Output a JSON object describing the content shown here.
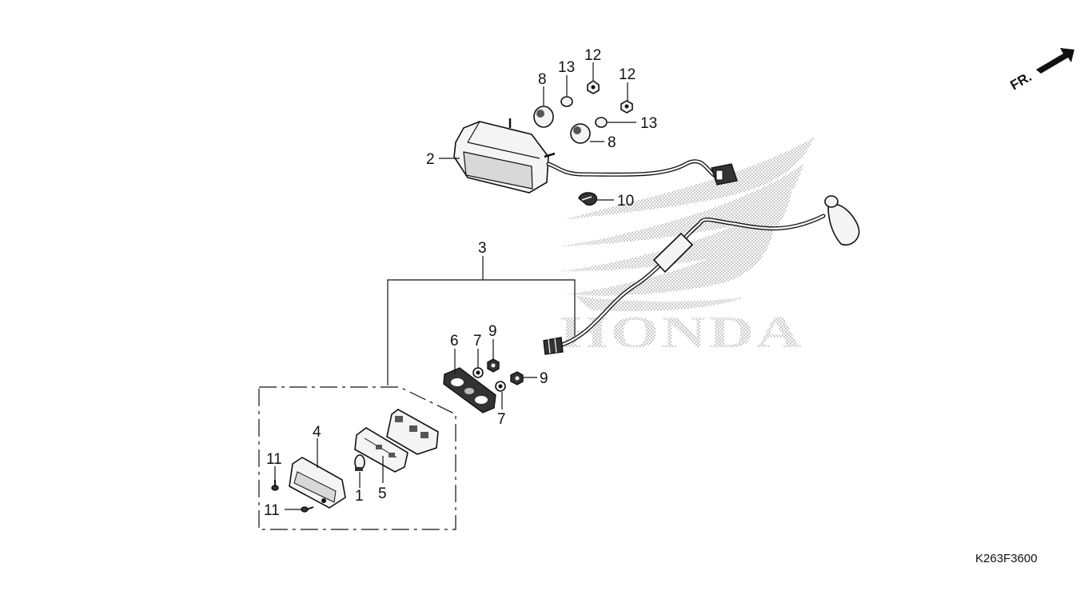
{
  "diagram": {
    "drawing_code": "K263F3600",
    "direction_label": "FR.",
    "watermark_text": "HONDA",
    "callouts": [
      "1",
      "2",
      "3",
      "4",
      "5",
      "6",
      "7",
      "7",
      "8",
      "8",
      "9",
      "9",
      "10",
      "11",
      "11",
      "12",
      "12",
      "13",
      "13"
    ],
    "icons": [
      "front-direction-arrow-icon",
      "honda-wing-logo-icon"
    ]
  }
}
